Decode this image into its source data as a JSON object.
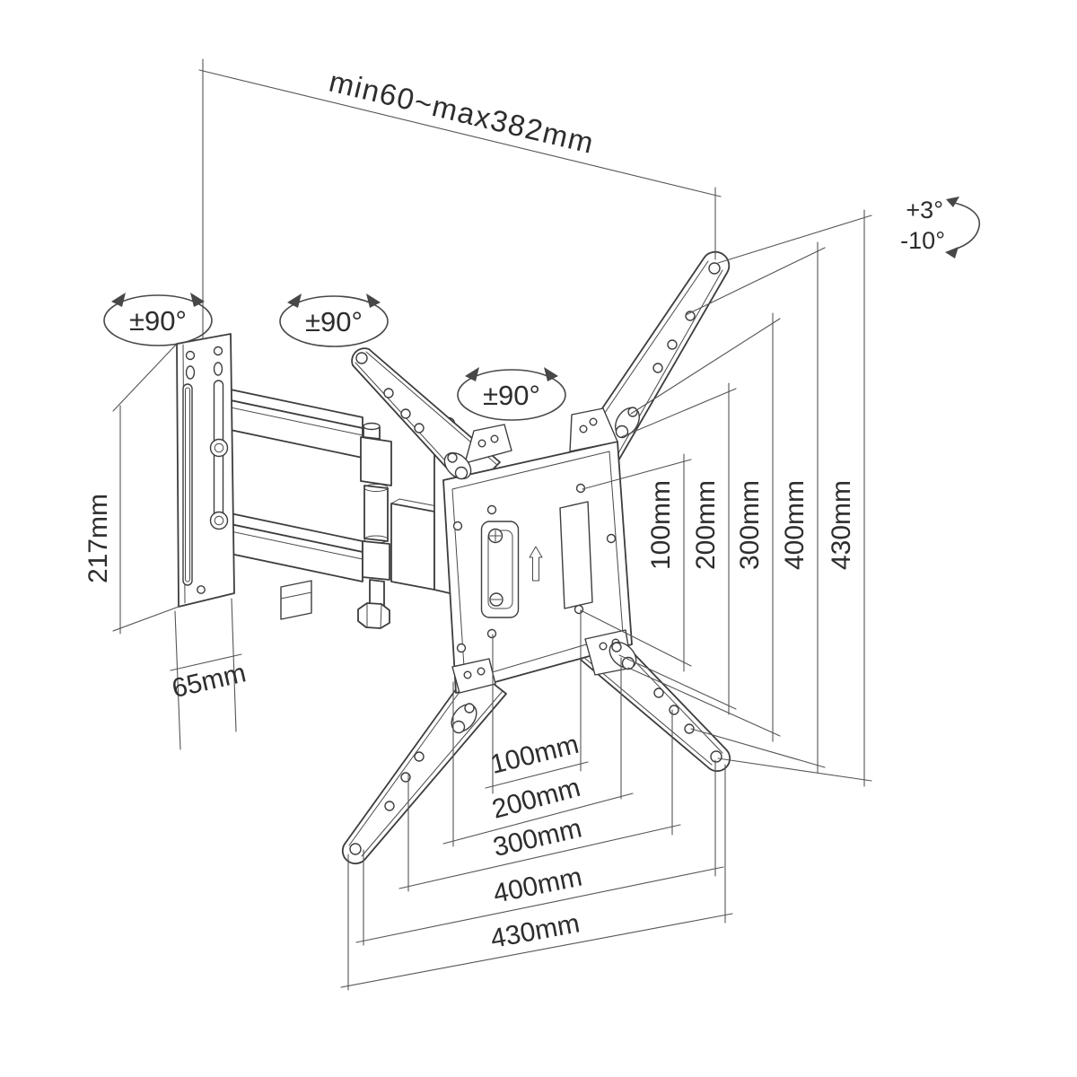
{
  "diagram": {
    "type": "technical-dimension-drawing",
    "subject": "full-motion articulating TV wall mount bracket",
    "colors": {
      "background": "#ffffff",
      "part_line": "#3d3d3d",
      "dimension_line": "#555555",
      "text": "#2d2d2d"
    },
    "labels": {
      "arm_extension": "min60~max382mm",
      "tilt_up": "+3°",
      "tilt_down": "-10°",
      "swivel_wall": "±90°",
      "swivel_arm": "±90°",
      "swivel_plate": "±90°",
      "wall_plate_height": "217mm",
      "wall_plate_width": "65mm"
    },
    "vesa_vertical": [
      "100mm",
      "200mm",
      "300mm",
      "400mm",
      "430mm"
    ],
    "vesa_horizontal": [
      "100mm",
      "200mm",
      "300mm",
      "400mm",
      "430mm"
    ]
  }
}
